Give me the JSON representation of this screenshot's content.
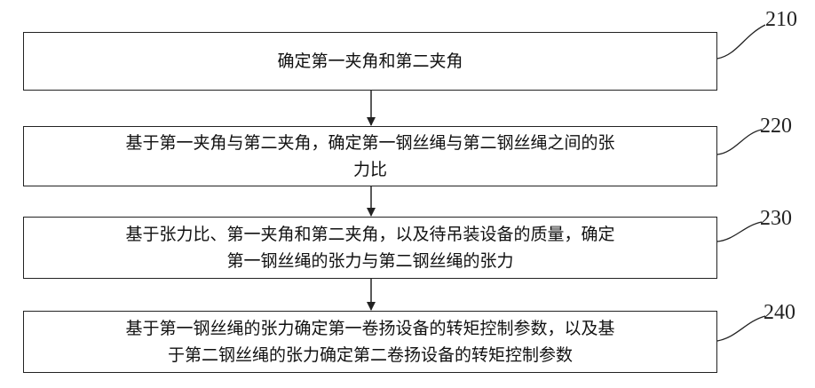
{
  "steps": [
    {
      "id": "210",
      "lines": [
        "确定第一夹角和第二夹角"
      ]
    },
    {
      "id": "220",
      "lines": [
        "基于第一夹角与第二夹角，确定第一钢丝绳与第二钢丝绳之间的张",
        "力比"
      ]
    },
    {
      "id": "230",
      "lines": [
        "基于张力比、第一夹角和第二夹角，以及待吊装设备的质量，确定",
        "第一钢丝绳的张力与第二钢丝绳的张力"
      ]
    },
    {
      "id": "240",
      "lines": [
        "基于第一钢丝绳的张力确定第一卷扬设备的转矩控制参数，以及基",
        "于第二钢丝绳的张力确定第二卷扬设备的转矩控制参数"
      ]
    }
  ]
}
